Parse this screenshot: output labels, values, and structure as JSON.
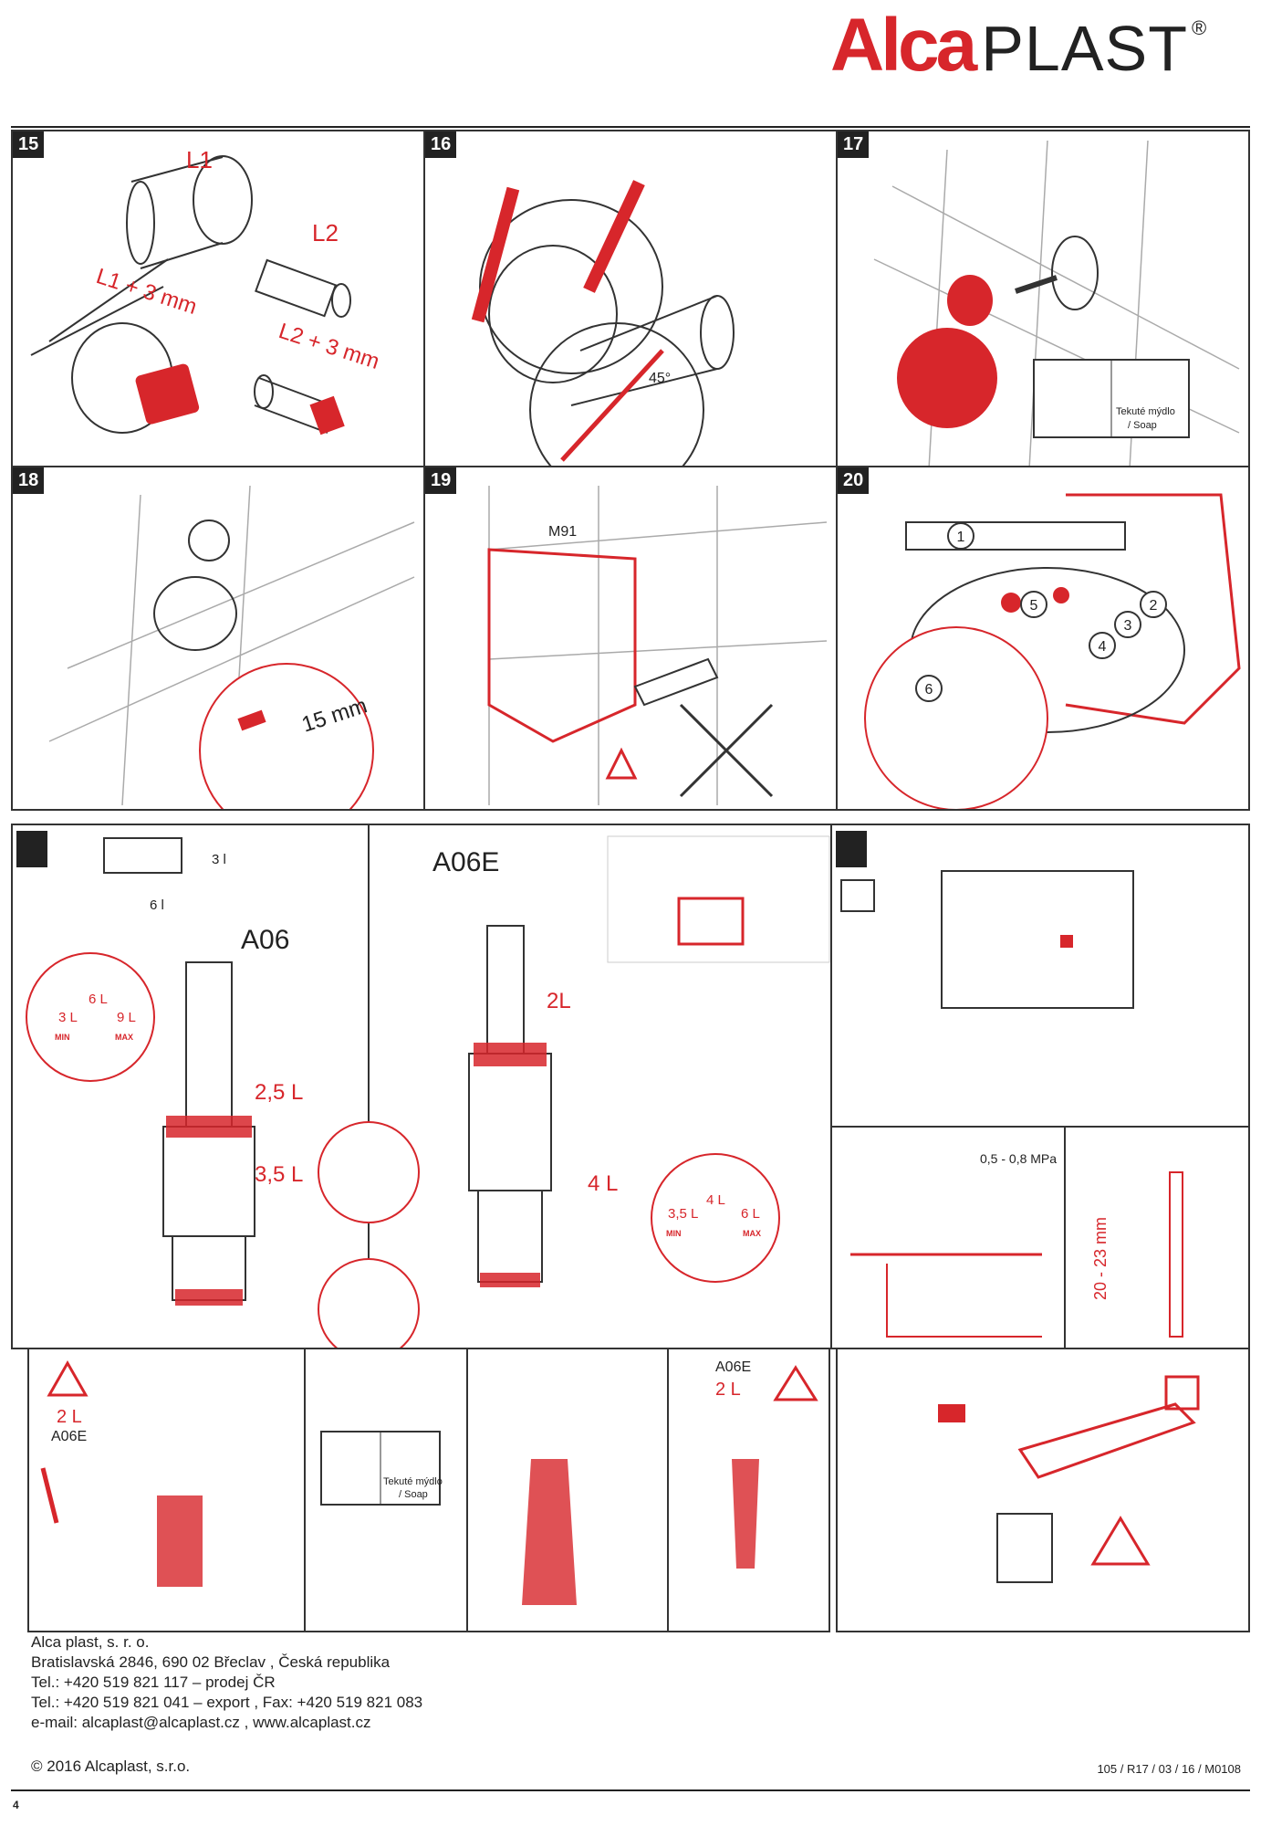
{
  "brand": {
    "name_red": "Alca",
    "name_black": "PLAST",
    "reg": "®",
    "accent": "#d7262b"
  },
  "steps": {
    "s15": {
      "num": "15",
      "labels": [
        "L1",
        "L2",
        "L1 + 3 mm",
        "L2 + 3 mm"
      ]
    },
    "s16": {
      "num": "16",
      "angle": "45°"
    },
    "s17": {
      "num": "17",
      "soap": "Tekuté mýdlo",
      "soap2": "/ Soap"
    },
    "s18": {
      "num": "18",
      "dim": "15 mm"
    },
    "s19": {
      "num": "19",
      "label": "M91"
    },
    "s20": {
      "num": "20",
      "callouts": [
        "1",
        "2",
        "3",
        "4",
        "5",
        "6"
      ]
    }
  },
  "mid": {
    "volumes_small": "3 l",
    "volumes_big": "6 l",
    "a06": "A06",
    "a06e": "A06E",
    "lvl25": "2,5 L",
    "lvl35": "3,5 L",
    "left_scale": [
      "3 L",
      "6 L",
      "9 L"
    ],
    "min_label": "MIN",
    "max_label": "MAX",
    "lvl2": "2L",
    "lvl4": "4 L",
    "right_scale": [
      "3,5 L",
      "4 L",
      "6 L"
    ],
    "pressure": "0,5 - 0,8 MPa",
    "range": "20 - 23 mm"
  },
  "bottom": {
    "warn_2l": "2 L",
    "a06e": "A06E",
    "soap": "Tekuté mýdlo",
    "soap2": "/ Soap",
    "a06e_2": "A06E",
    "lvl_2l": "2 L"
  },
  "footer": {
    "company": "Alca plast, s. r. o.",
    "address": "Bratislavská 2846, 690 02 Břeclav , Česká republika",
    "tel1": "Tel.: +420 519 821 117 – prodej ČR",
    "tel2": "Tel.: +420 519 821 041 – export , Fax: +420 519 821 083",
    "email": "e-mail: alcaplast@alcaplast.cz , www.alcaplast.cz",
    "copyright": "© 2016 Alcaplast, s.r.o.",
    "doc_code": "105 / R17 / 03 / 16 / M0108",
    "page": "4"
  }
}
